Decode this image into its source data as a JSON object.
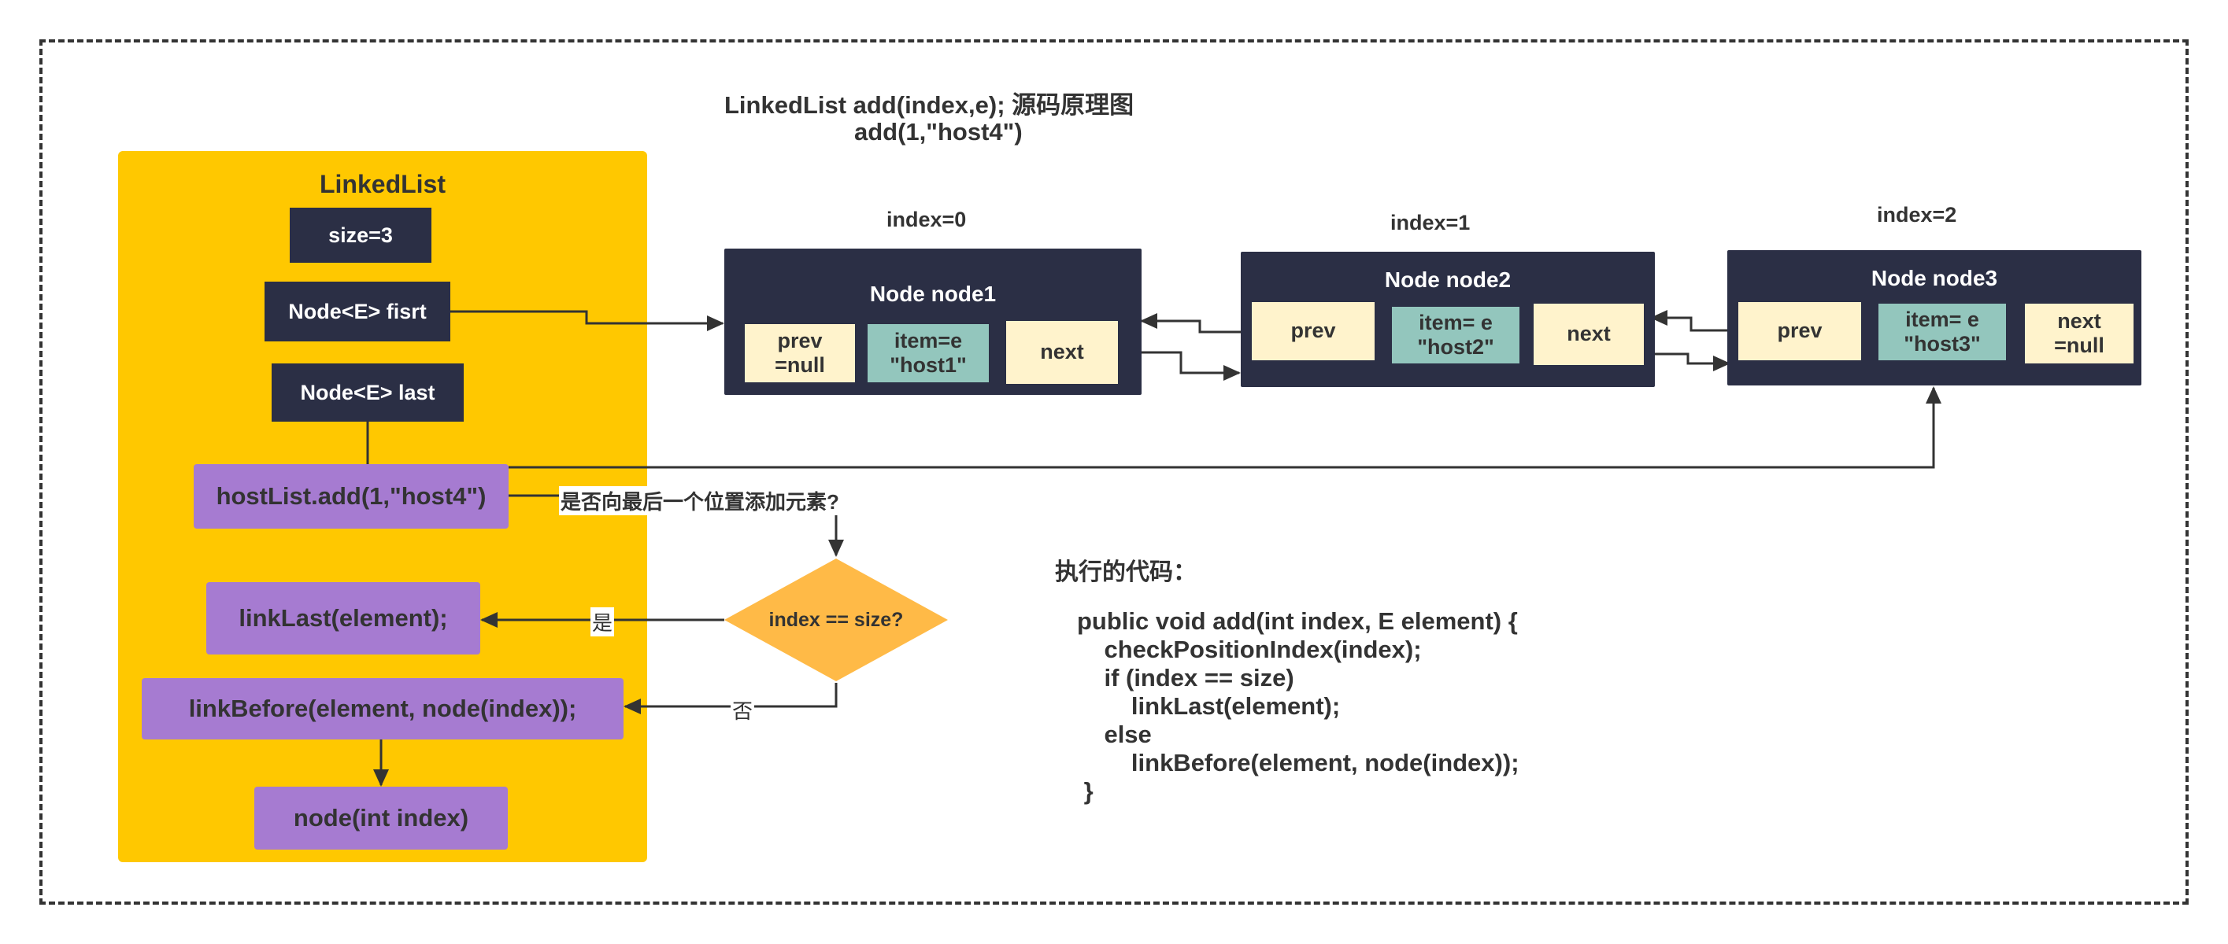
{
  "title": "LinkedList  add(index,e); 源码原理图",
  "subtitle": "add(1,\"host4\")",
  "linkedlist": {
    "title": "LinkedList",
    "size": "size=3",
    "first": "Node<E> fisrt",
    "last": "Node<E> last"
  },
  "calls": {
    "add": "hostList.add(1,\"host4\")",
    "link_last": "linkLast(element);",
    "link_before": "linkBefore(element, node(index));",
    "node": "node(int index)"
  },
  "decision": {
    "question_label": "是否向最后一个位置添加元素?",
    "condition": "index == size?",
    "yes": "是",
    "no": "否"
  },
  "nodes": [
    {
      "index_label": "index=0",
      "title": "Node node1",
      "prev": "prev\n=null",
      "item": "item=e\n\"host1\"",
      "next": "next"
    },
    {
      "index_label": "index=1",
      "title": "Node node2",
      "prev": "prev",
      "item": "item= e\n\"host2\"",
      "next": "next"
    },
    {
      "index_label": "index=2",
      "title": "Node node3",
      "prev": "prev",
      "item": "item= e\n\"host3\"",
      "next": "next\n=null"
    }
  ],
  "code": {
    "heading": "执行的代码：",
    "lines": [
      "public void add(int index, E element) {",
      "    checkPositionIndex(index);",
      "    if (index == size)",
      "        linkLast(element);",
      "    else",
      "        linkBefore(element, node(index));",
      " }"
    ]
  },
  "colors": {
    "panel": "#ffc800",
    "dark": "#2b2f45",
    "purple": "#a67bd1",
    "cream": "#fff3cc",
    "teal": "#93c6bd",
    "diamond": "#ffba47",
    "line": "#333333"
  }
}
